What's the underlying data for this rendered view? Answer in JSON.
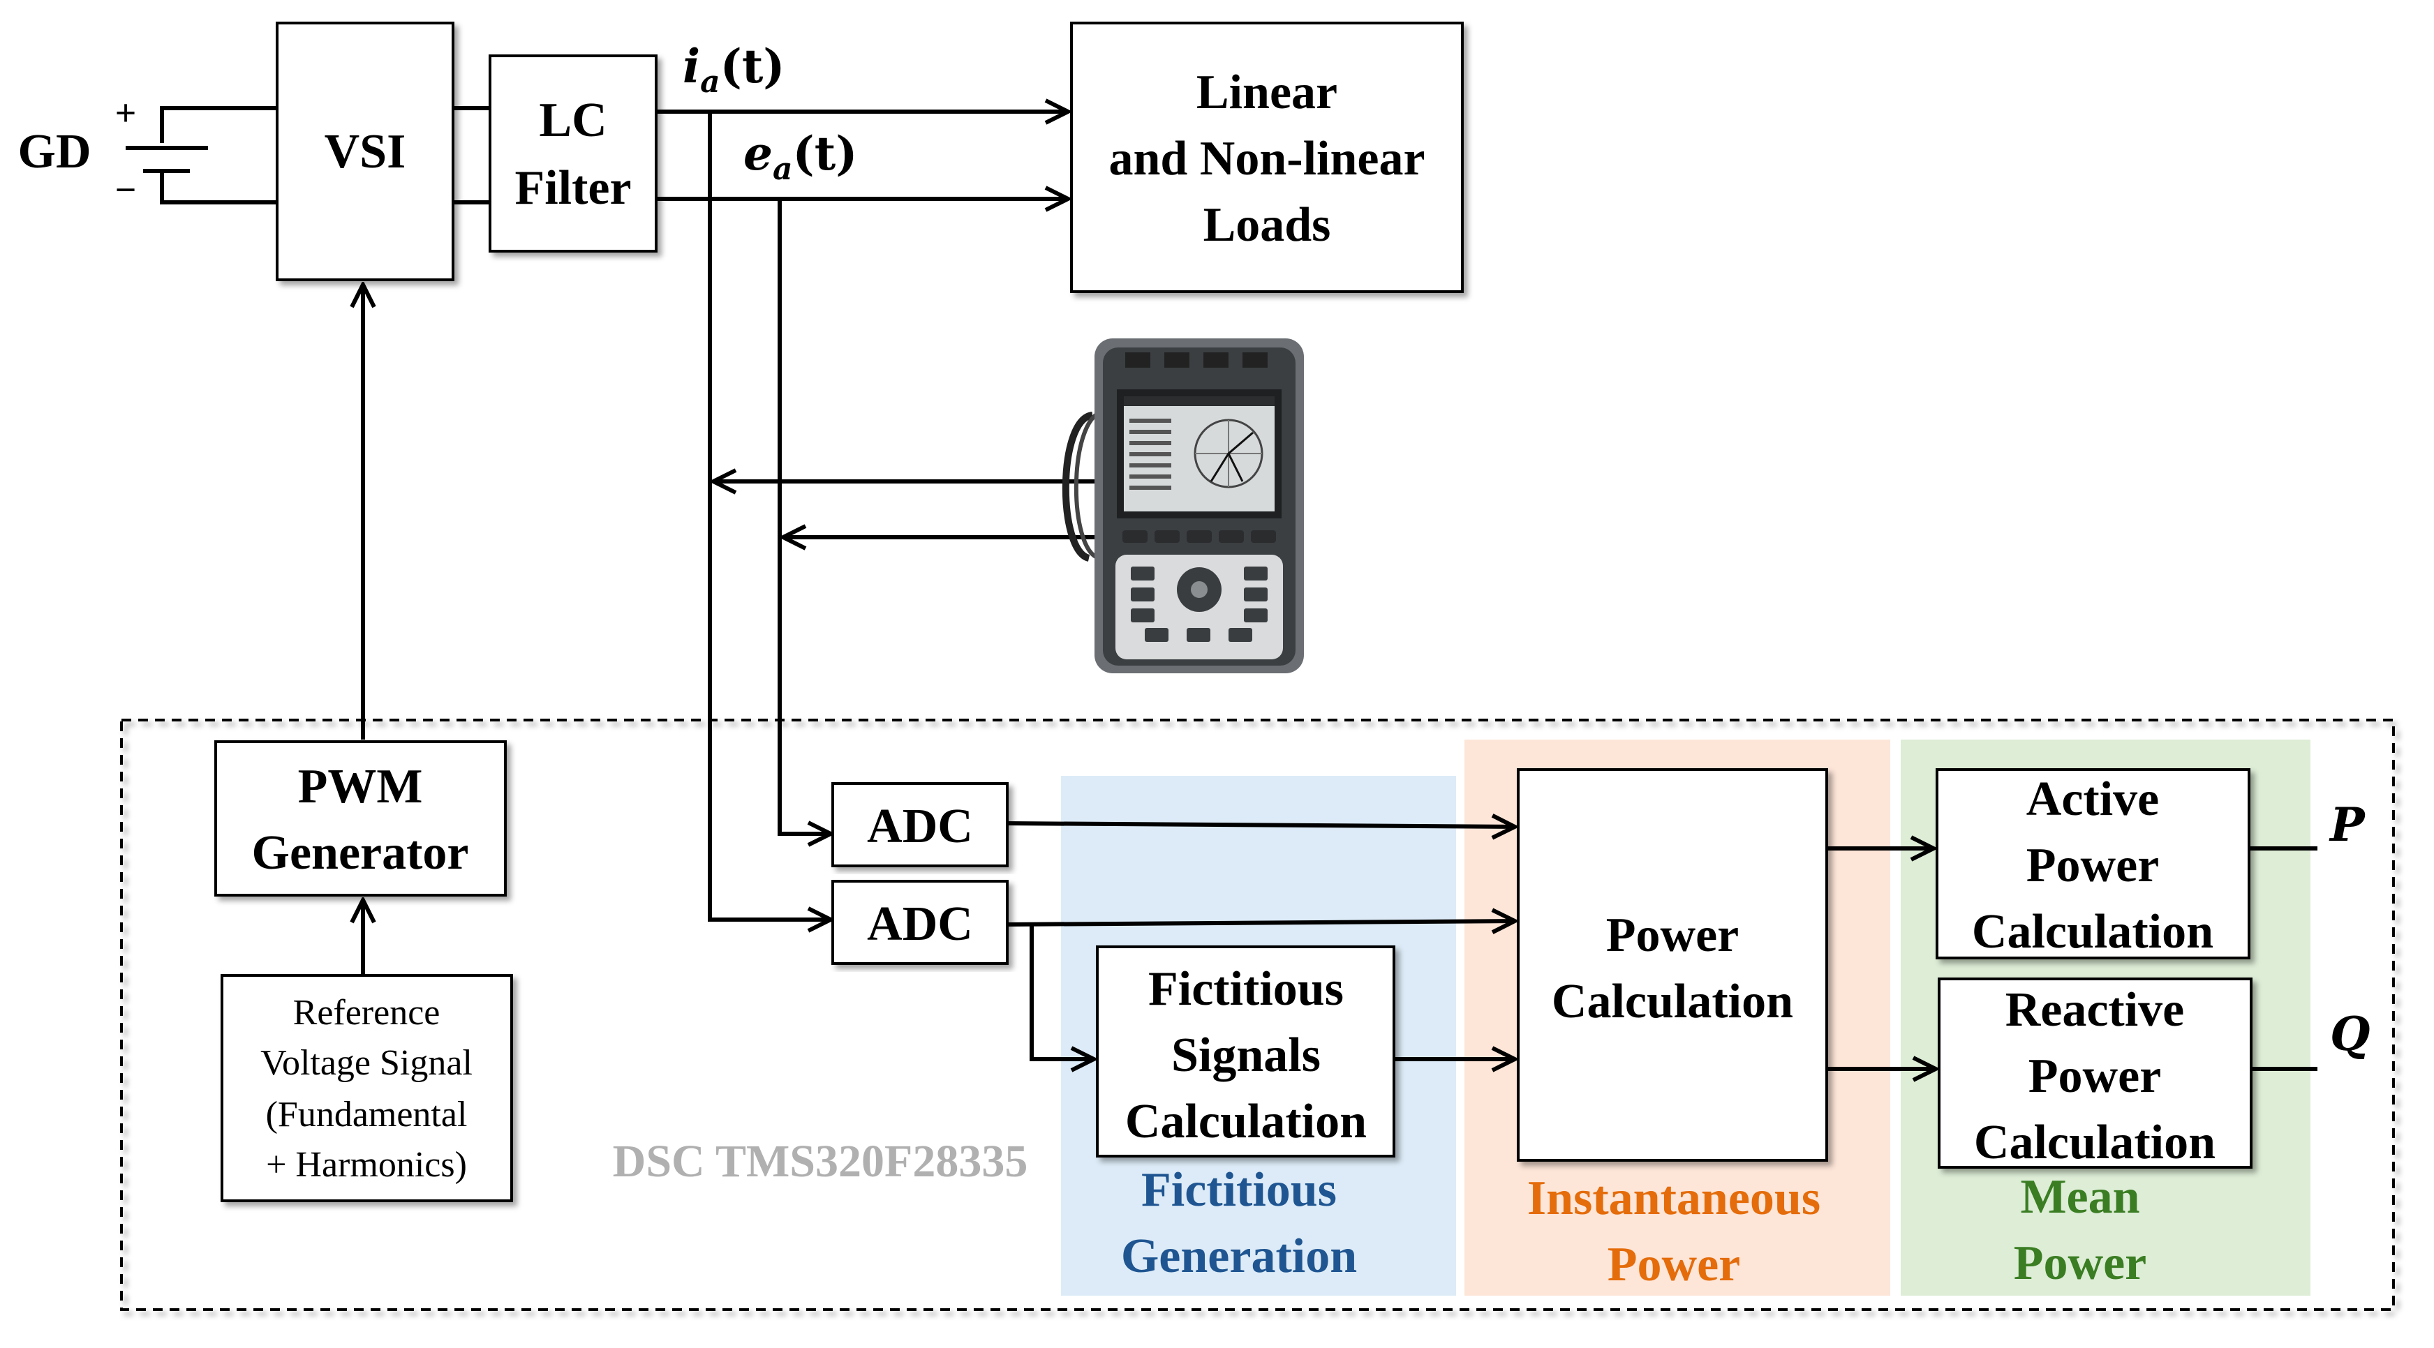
{
  "source": {
    "label": "GD",
    "plus": "+",
    "minus": "−"
  },
  "blocks": {
    "vsi": "VSI",
    "lc_filter": [
      "LC",
      "Filter"
    ],
    "loads": [
      "Linear",
      "and Non-linear",
      "Loads"
    ],
    "pwm": [
      "PWM",
      "Generator"
    ],
    "reference": [
      "Reference",
      "Voltage Signal",
      "(Fundamental",
      "+ Harmonics)"
    ],
    "adc_top": "ADC",
    "adc_bottom": "ADC",
    "fictitious": [
      "Fictitious",
      "Signals",
      "Calculation"
    ],
    "power_calc": [
      "Power",
      "Calculation"
    ],
    "active_power": [
      "Active",
      "Power",
      "Calculation"
    ],
    "reactive_power": [
      "Reactive",
      "Power",
      "Calculation"
    ]
  },
  "signals": {
    "current": {
      "base": "i",
      "sub": "a",
      "arg": "(t)"
    },
    "voltage": {
      "base": "e",
      "sub": "a",
      "arg": "(t)"
    }
  },
  "outputs": {
    "p": "P",
    "q": "Q"
  },
  "controller_label": "DSC TMS320F28335",
  "regions": {
    "fictitious_generation": {
      "lines": [
        "Fictitious",
        "Generation"
      ],
      "bg": "#dcebf7",
      "color": "#1f5591"
    },
    "instantaneous_power": {
      "lines": [
        "Instantaneous",
        "Power"
      ],
      "bg": "#fde5d8",
      "color": "#e46c0a"
    },
    "mean_power": {
      "lines": [
        "Mean",
        "Power"
      ],
      "bg": "#ddedd6",
      "color": "#3a7d22"
    }
  },
  "instrument": {
    "name": "power-quality-analyzer"
  }
}
